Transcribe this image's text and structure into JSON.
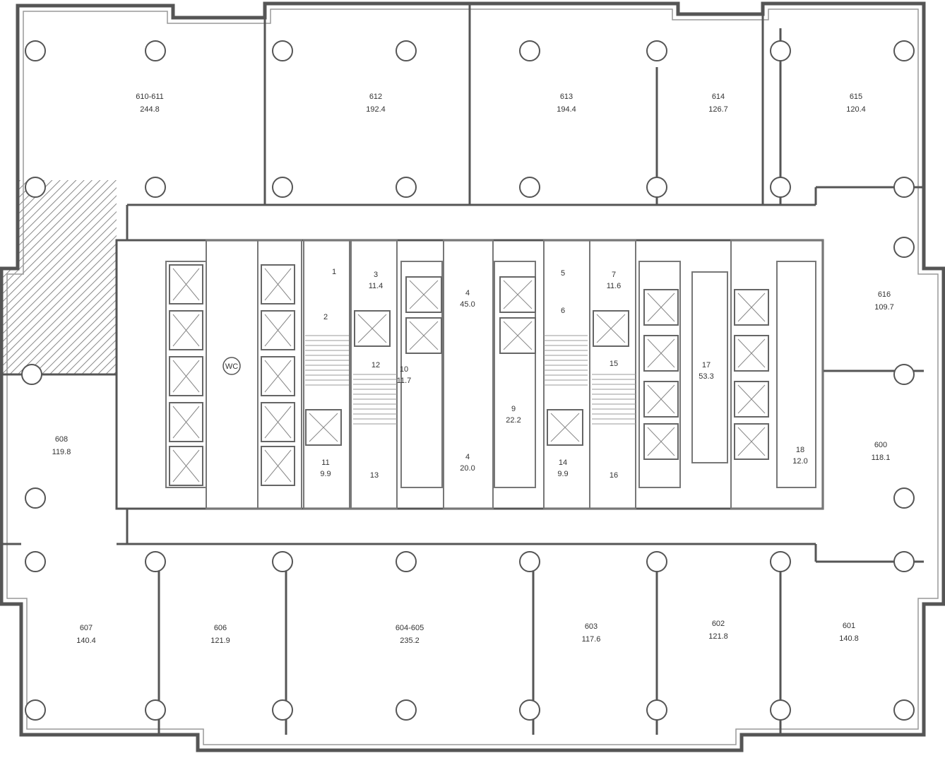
{
  "plan": {
    "offices": [
      {
        "id": "610-611",
        "area": "244.8"
      },
      {
        "id": "612",
        "area": "192.4"
      },
      {
        "id": "613",
        "area": "194.4"
      },
      {
        "id": "614",
        "area": "126.7"
      },
      {
        "id": "615",
        "area": "120.4"
      },
      {
        "id": "616",
        "area": "109.7"
      },
      {
        "id": "600",
        "area": "118.1"
      },
      {
        "id": "601",
        "area": "140.8"
      },
      {
        "id": "602",
        "area": "121.8"
      },
      {
        "id": "603",
        "area": "117.6"
      },
      {
        "id": "604-605",
        "area": "235.2"
      },
      {
        "id": "606",
        "area": "121.9"
      },
      {
        "id": "607",
        "area": "140.4"
      },
      {
        "id": "608",
        "area": "119.8"
      }
    ],
    "core_rooms": [
      {
        "id": "1",
        "area": ""
      },
      {
        "id": "2",
        "area": ""
      },
      {
        "id": "3",
        "area": "11.4"
      },
      {
        "id": "4",
        "area": "45.0"
      },
      {
        "id": "5",
        "area": ""
      },
      {
        "id": "6",
        "area": ""
      },
      {
        "id": "7",
        "area": "11.6"
      },
      {
        "id": "9",
        "area": "22.2"
      },
      {
        "id": "10",
        "area": "11.7"
      },
      {
        "id": "11",
        "area": "9.9"
      },
      {
        "id": "12",
        "area": ""
      },
      {
        "id": "13",
        "area": ""
      },
      {
        "id": "4",
        "area": "20.0"
      },
      {
        "id": "14",
        "area": "9.9"
      },
      {
        "id": "15",
        "area": ""
      },
      {
        "id": "16",
        "area": ""
      },
      {
        "id": "17",
        "area": "53.3"
      },
      {
        "id": "18",
        "area": "12.0"
      }
    ],
    "wc_label": "WC",
    "colors": {
      "wall": "#555555",
      "line": "#777777",
      "hatch": "#888888"
    }
  }
}
